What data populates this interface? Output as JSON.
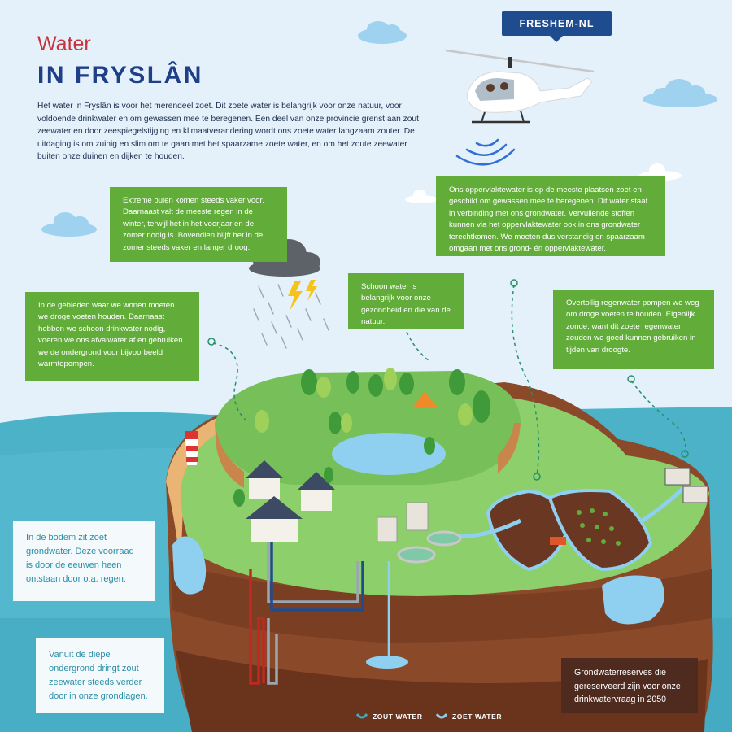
{
  "header": {
    "title_line1": "Water",
    "title_line2": "IN FRYSLÂN",
    "intro": "Het water in Fryslân is voor het merendeel zoet. Dit zoete water is belangrijk voor onze natuur, voor voldoende drinkwater en om gewassen mee te beregenen. Een deel van onze provincie grenst aan zout zeewater en door zeespiegelstijging en klimaatverandering wordt ons zoete water langzaam zouter. De uitdaging is om zuinig en slim om te gaan met het spaarzame zoete water, en om het zoute zeewater buiten onze duinen en dijken te houden."
  },
  "badge": "FRESHEM-NL",
  "boxes": {
    "rain": "Extreme buien komen steeds vaker voor. Daarnaast valt de meeste regen in de winter, terwijl het in het voorjaar en de zomer nodig is. Bovendien blijft het in de zomer steeds vaker en langer droog.",
    "living": "In de gebieden waar we wonen moeten we droge voeten houden. Daarnaast hebben we schoon drinkwater nodig, voeren we ons afvalwater af en gebruiken we de ondergrond voor bijvoorbeeld warmtepompen.",
    "clean": "Schoon water is belangrijk voor onze gezondheid en die van de natuur.",
    "surface": "Ons oppervlaktewater is op de meeste plaatsen zoet en geschikt om gewassen mee te beregenen. Dit water staat in verbinding met ons grondwater. Vervuilende stoffen kunnen via het oppervlaktewater ook in ons grondwater terechtkomen. We moeten dus verstandig en spaarzaam omgaan met ons grond- én oppervlaktewater.",
    "pump": "Overtollig regenwater pompen we weg om droge voeten te houden. Eigenlijk zonde, want dit zoete regenwater zouden we goed kunnen gebruiken in tijden van droogte.",
    "groundwater": "In de bodem zit zoet grondwater. Deze voorraad is door de eeuwen heen ontstaan door o.a. regen.",
    "deep": "Vanuit de diepe ondergrond dringt zout zeewater steeds verder door in onze grondlagen.",
    "reserves": "Grondwaterreserves die gereserveerd zijn voor onze drinkwatervraag in 2050"
  },
  "legend": {
    "salt": "ZOUT WATER",
    "fresh": "ZOET WATER"
  },
  "colors": {
    "sky": "#e4f1fb",
    "sea": "#4cb2c8",
    "green_box": "#62ad3a",
    "title_red": "#c8323a",
    "title_blue": "#1f3f86",
    "grass": "#8ccf6b",
    "soil": "#8a4a2a",
    "fresh_water": "#8fd0f0",
    "salt_water": "#4aa6bf"
  }
}
